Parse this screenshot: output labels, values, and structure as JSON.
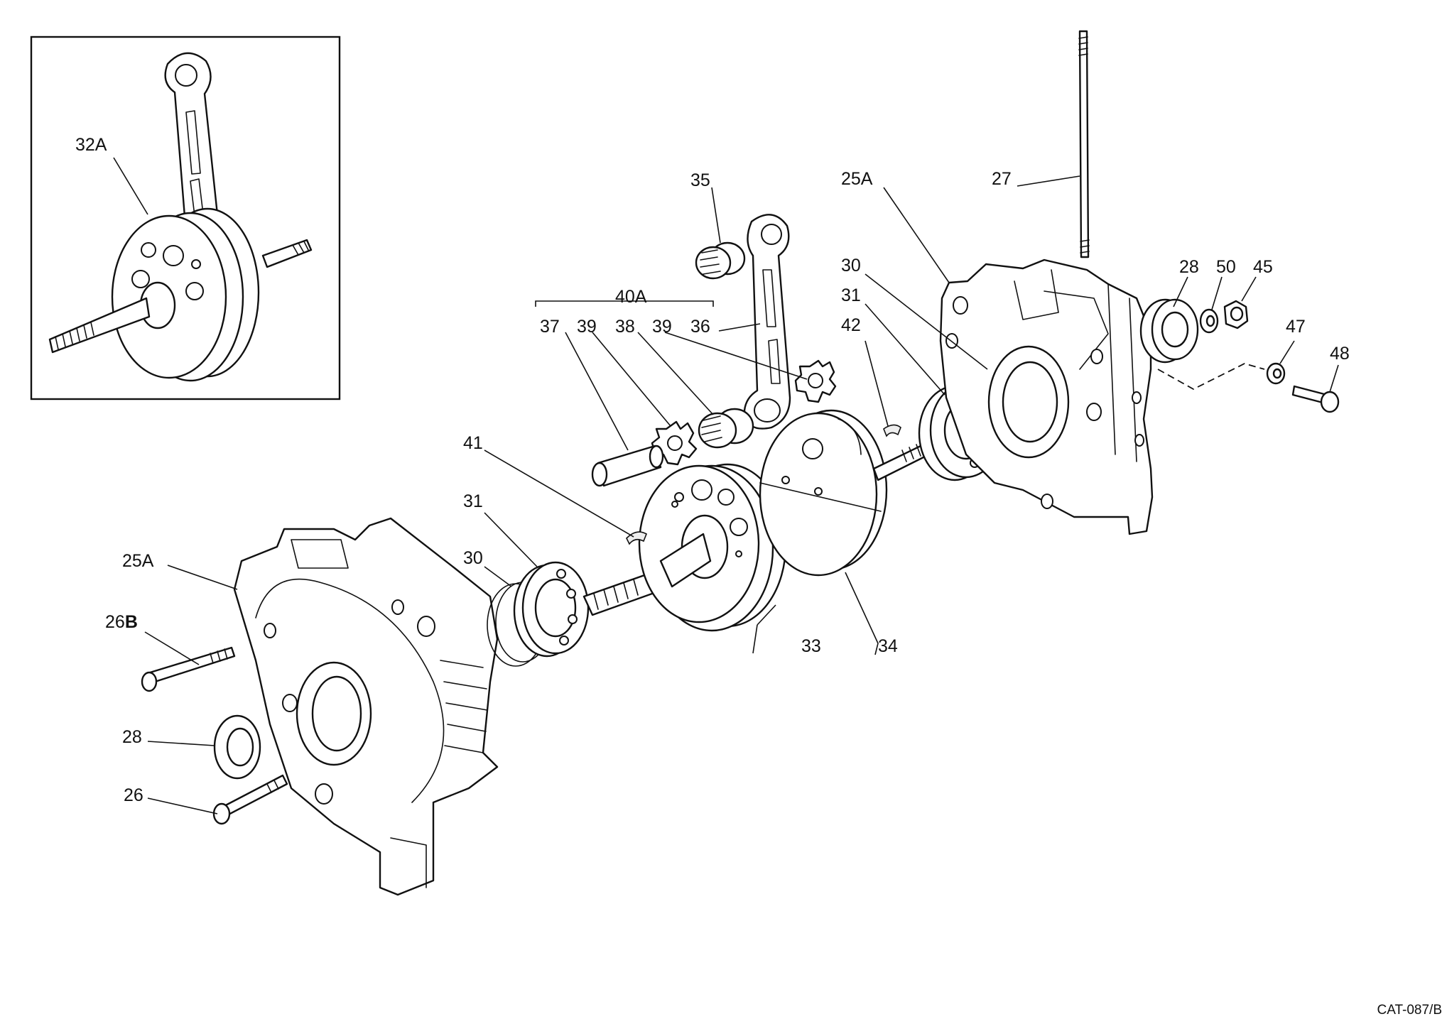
{
  "figure_code": "CAT-087/B",
  "inset": {
    "label": "32A"
  },
  "callouts": {
    "c25A_left": "25A",
    "c26B_num": "26",
    "c26B_letter": "B",
    "c28_left": "28",
    "c26_left": "26",
    "c31_left": "31",
    "c30_left": "30",
    "c41": "41",
    "c37": "37",
    "c39_a": "39",
    "c38": "38",
    "c39_b": "39",
    "c36": "36",
    "c40A": "40A",
    "c35": "35",
    "c33": "33",
    "c34": "34",
    "c42": "42",
    "c31_right": "31",
    "c30_right": "30",
    "c25A_right": "25A",
    "c27": "27",
    "c28_right": "28",
    "c50": "50",
    "c45": "45",
    "c47": "47",
    "c48": "48"
  }
}
